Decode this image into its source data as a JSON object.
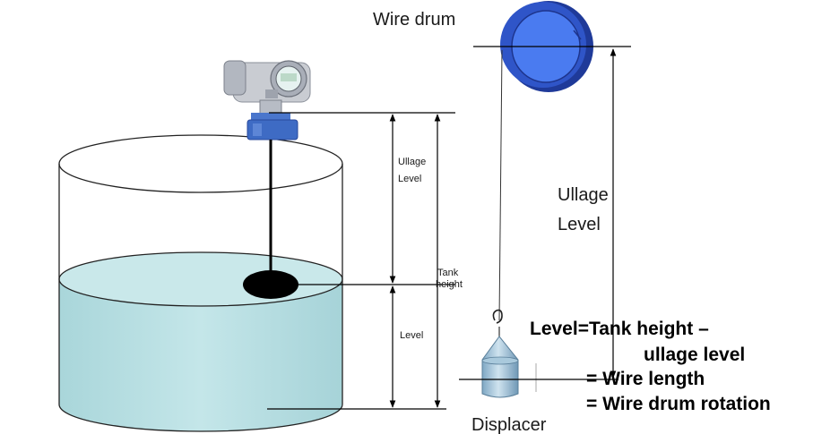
{
  "labels": {
    "wire_drum": "Wire drum",
    "ullage_level_small_1": "Ullage",
    "ullage_level_small_2": "Level",
    "tank_height_1": "Tank",
    "tank_height_2": "height",
    "level_small": "Level",
    "ullage_level_big_1": "Ullage",
    "ullage_level_big_2": "Level",
    "displacer": "Displacer"
  },
  "formula": {
    "line1": "Level=Tank height –",
    "line2": "ullage level",
    "line3": "= Wire length",
    "line4": "= Wire drum rotation"
  },
  "colors": {
    "liquid": "#b9e0e3",
    "liquid_top": "#c9e8ea",
    "drum_blue": "#3f6fe8",
    "drum_dark": "#1f3a99",
    "displacer": "#9fc4dc",
    "transmitter_flange": "#3e6bc4"
  }
}
